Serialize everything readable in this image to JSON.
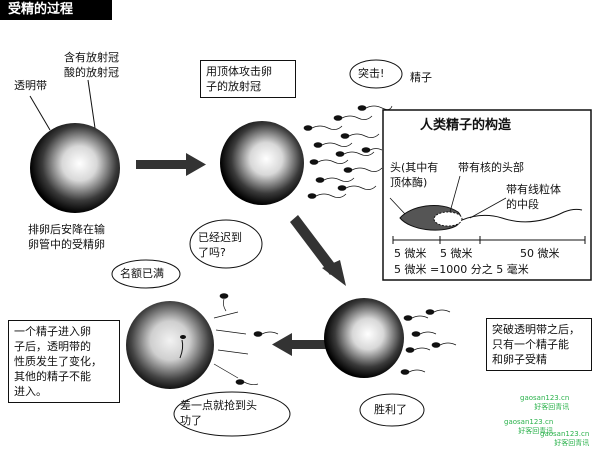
{
  "title": "受精的过程",
  "labels": {
    "zona": "透明带",
    "corona": "含有放射冠\n酸的放射冠",
    "egg": "排卵后安降在输\n卵管中的受精卵",
    "acrosome_box": "用顶体攻击卵\n子的放射冠",
    "attack_bubble": "突击!",
    "sperm": "精子",
    "late_bubble": "已经迟到\n了吗?",
    "full_bubble": "名额已满",
    "left_box": "一个精子进入卵\n子后，透明带的\n性质发生了变化，\n其他的精子不能\n进入。",
    "almost_bubble": "差一点就抢到头\n功了",
    "victory_bubble": "胜利了",
    "right_box": "突破透明带之后，\n只有一个精子能\n和卵子受精"
  },
  "structure": {
    "title": "人类精子的构造",
    "head_label": "头(其中有\n顶体酶)",
    "nucleus_label": "带有核的头部",
    "midpiece_label": "带有线粒体\n的中段",
    "dim1": "5 微米",
    "dim2": "5 微米",
    "dim3": "50 微米",
    "scale_note": "5 微米 =1000 分之 5 毫米"
  },
  "watermark": "gaosan123.cn\n好客回青讯",
  "colors": {
    "ink": "#111111",
    "arrow": "#333333",
    "watermark": "#2bb24c"
  }
}
